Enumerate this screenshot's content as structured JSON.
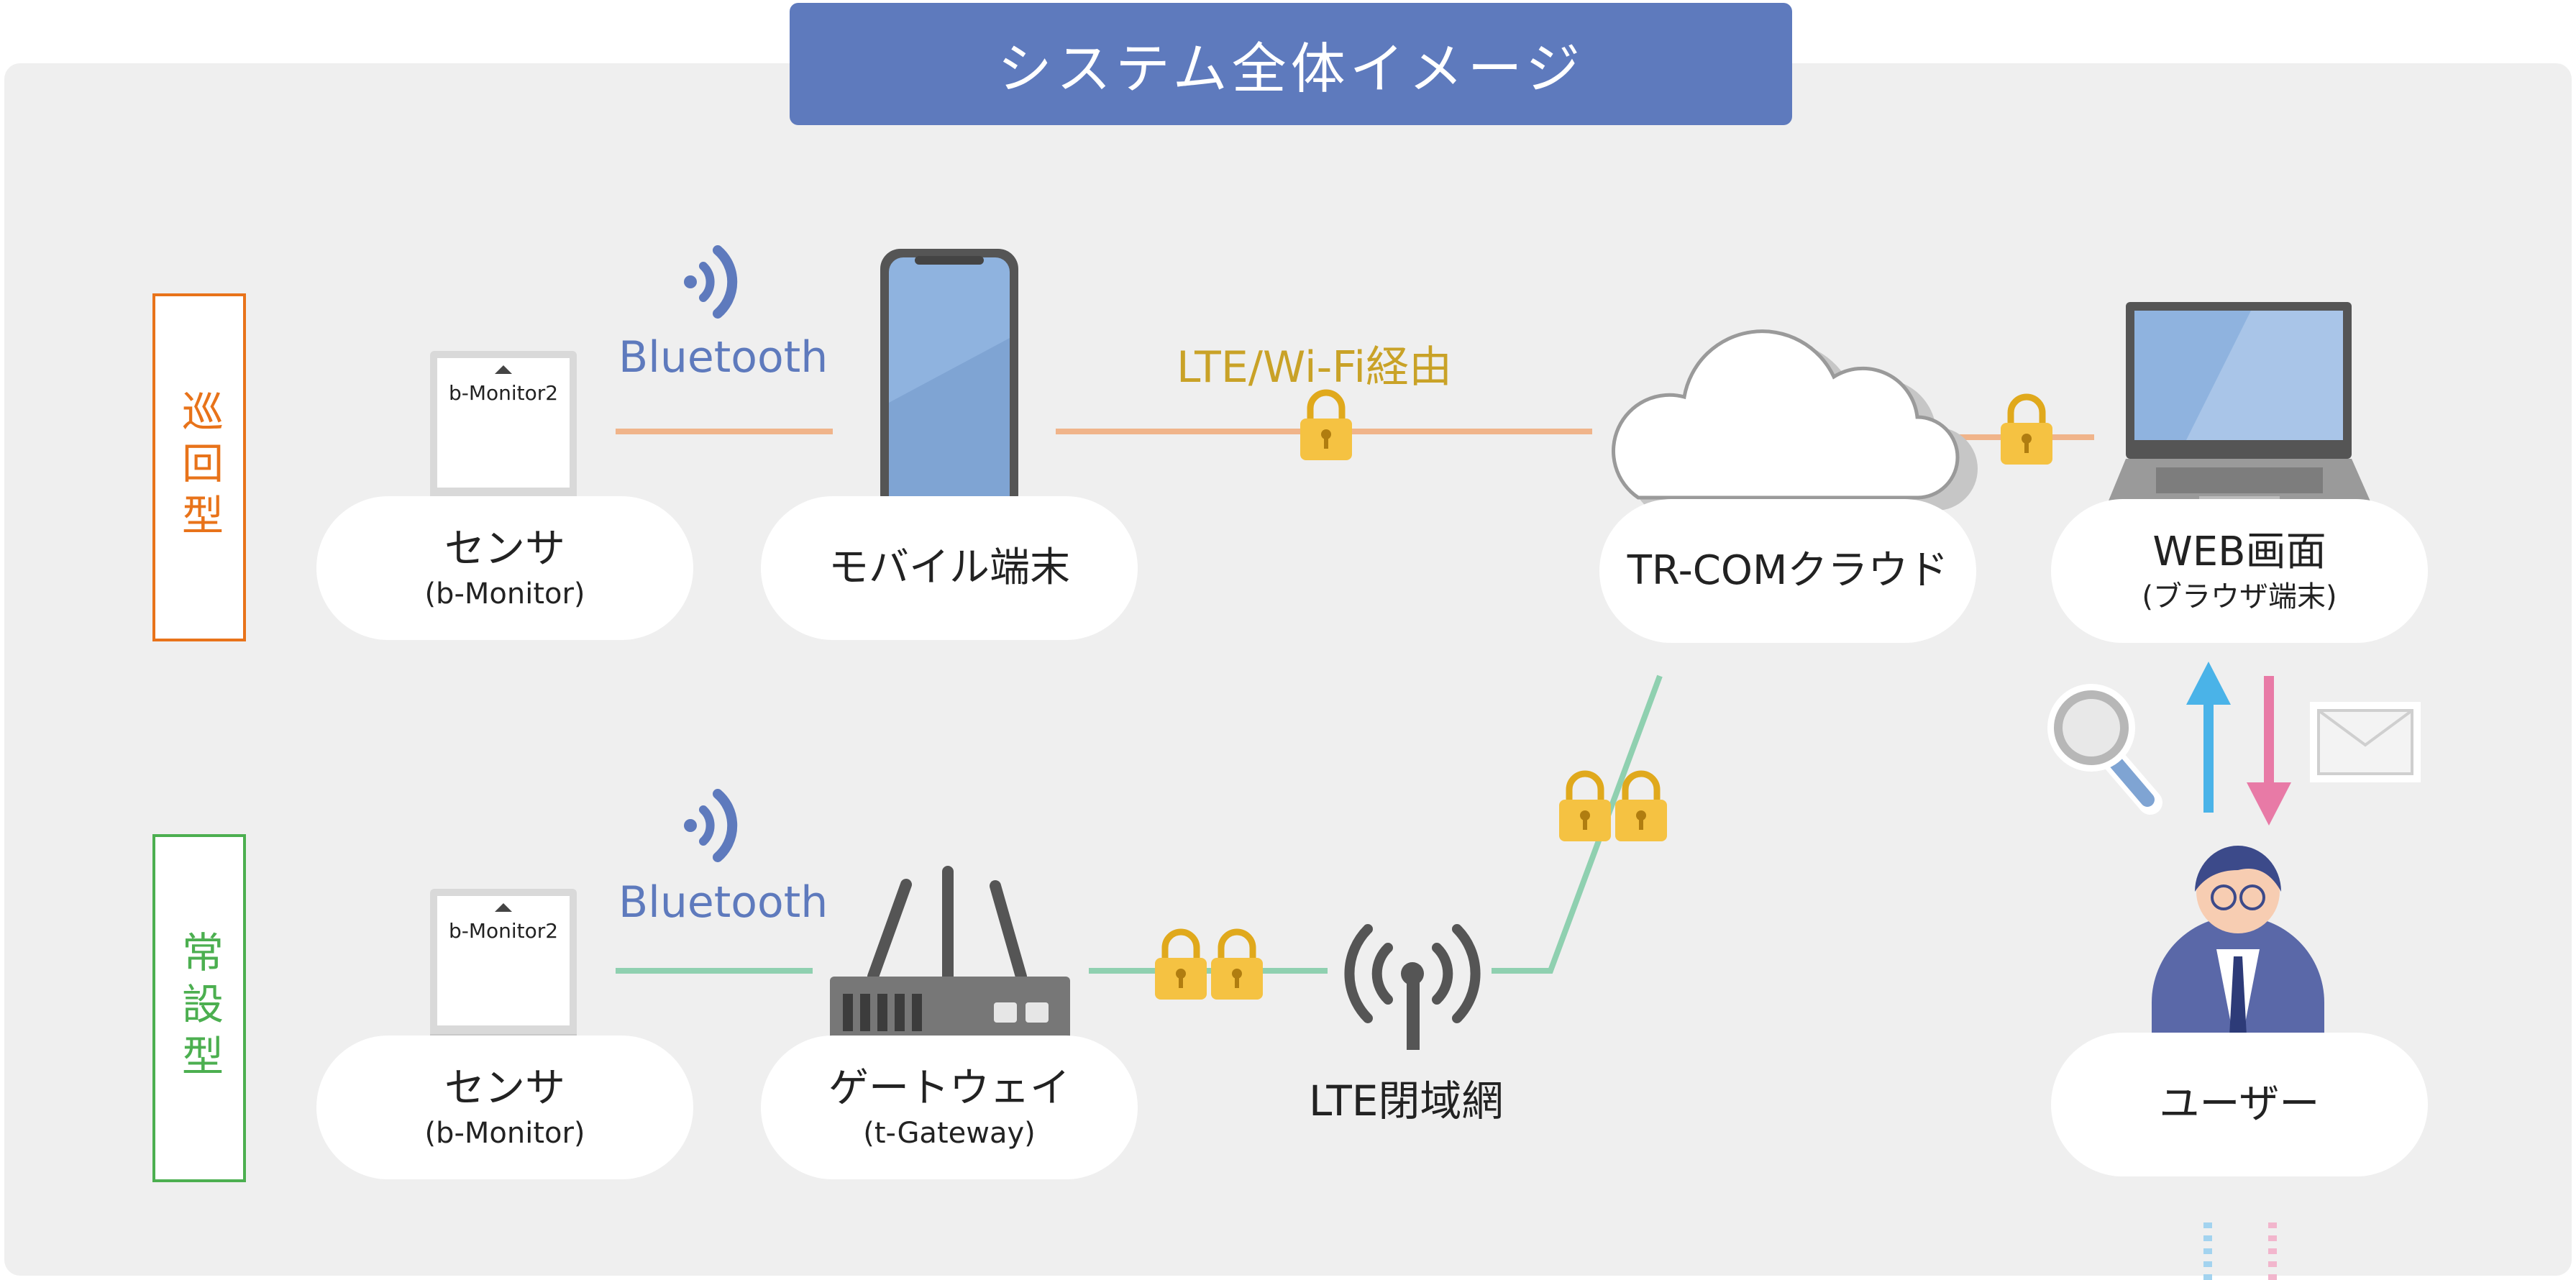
{
  "title": "システム全体イメージ",
  "rows": {
    "patrol": {
      "label": "巡回型",
      "color": "#e8731a"
    },
    "fixed": {
      "label": "常設型",
      "color": "#4caf50"
    }
  },
  "nodes": {
    "sensor_top": {
      "main": "センサ",
      "sub": "(b-Monitor)",
      "device_text": "b-Monitor2"
    },
    "mobile": {
      "main": "モバイル端末"
    },
    "cloud": {
      "main": "TR-COMクラウド"
    },
    "web": {
      "main": "WEB画面",
      "sub": "(ブラウザ端末)"
    },
    "sensor_bottom": {
      "main": "センサ",
      "sub": "(b-Monitor)",
      "device_text": "b-Monitor2"
    },
    "gateway": {
      "main": "ゲートウェイ",
      "sub": "(t-Gateway)"
    },
    "lte_closed": {
      "main": "LTE閉域網"
    },
    "user": {
      "main": "ユーザー"
    }
  },
  "links": {
    "bluetooth_top": "Bluetooth",
    "bluetooth_bottom": "Bluetooth",
    "lte_wifi": "LTE/Wi-Fi経由"
  },
  "colors": {
    "title_bg": "#5e7abd",
    "panel_bg": "#efefef",
    "bluetooth": "#5e7abd",
    "lte_wifi_text": "#c9a227",
    "line_orange": "#f0b48a",
    "line_green": "#8fd0b0",
    "lock": "#f5c242",
    "arrow_up": "#4ab3e8",
    "arrow_down": "#e87aa6"
  }
}
